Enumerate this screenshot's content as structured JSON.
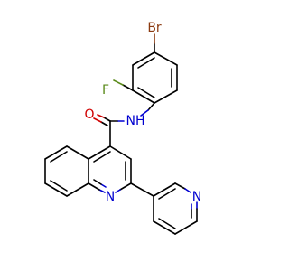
{
  "molecule": {
    "atoms": {
      "br": {
        "symbol": "Br",
        "color": "#8b3a10"
      },
      "f": {
        "symbol": "F",
        "color": "#5a8a1a"
      },
      "o": {
        "symbol": "O",
        "color": "#d00000"
      },
      "nh": {
        "symbol": "NH",
        "color": "#0000d0"
      },
      "n_quinoline": {
        "symbol": "N",
        "color": "#0000d0"
      },
      "n_pyridine": {
        "symbol": "N",
        "color": "#0000d0"
      }
    }
  }
}
